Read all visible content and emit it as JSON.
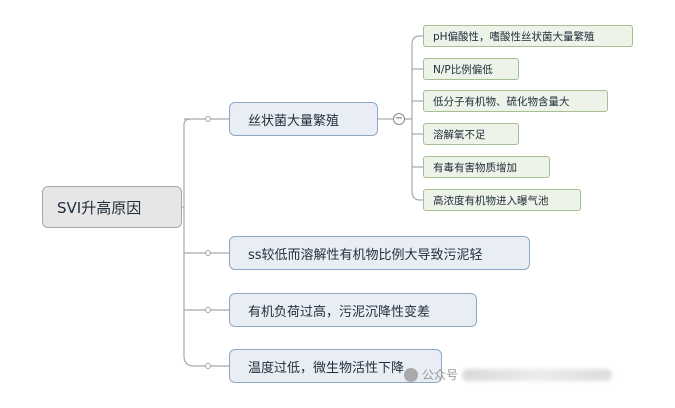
{
  "mindmap": {
    "root": "SVI升高原因",
    "branches": [
      {
        "label": "丝状菌大量繁殖",
        "children": [
          "pH偏酸性，嗜酸性丝状菌大量繁殖",
          "N/P比例偏低",
          "低分子有机物、硫化物含量大",
          "溶解氧不足",
          "有毒有害物质增加",
          "高浓度有机物进入曝气池"
        ]
      },
      {
        "label": "ss较低而溶解性有机物比例大导致污泥轻"
      },
      {
        "label": "有机负荷过高，污泥沉降性变差"
      },
      {
        "label": "温度过低，微生物活性下降"
      }
    ],
    "collapse_symbol": "−"
  },
  "watermark": {
    "text": "公众号"
  },
  "colors": {
    "connector": "#a9a9a9",
    "root_fill": "#e6e6e6",
    "branch_fill": "#e9eef5",
    "branch_border": "#8ea8c3",
    "leaf_fill": "#edf3e8",
    "leaf_border": "#a6bf91"
  }
}
